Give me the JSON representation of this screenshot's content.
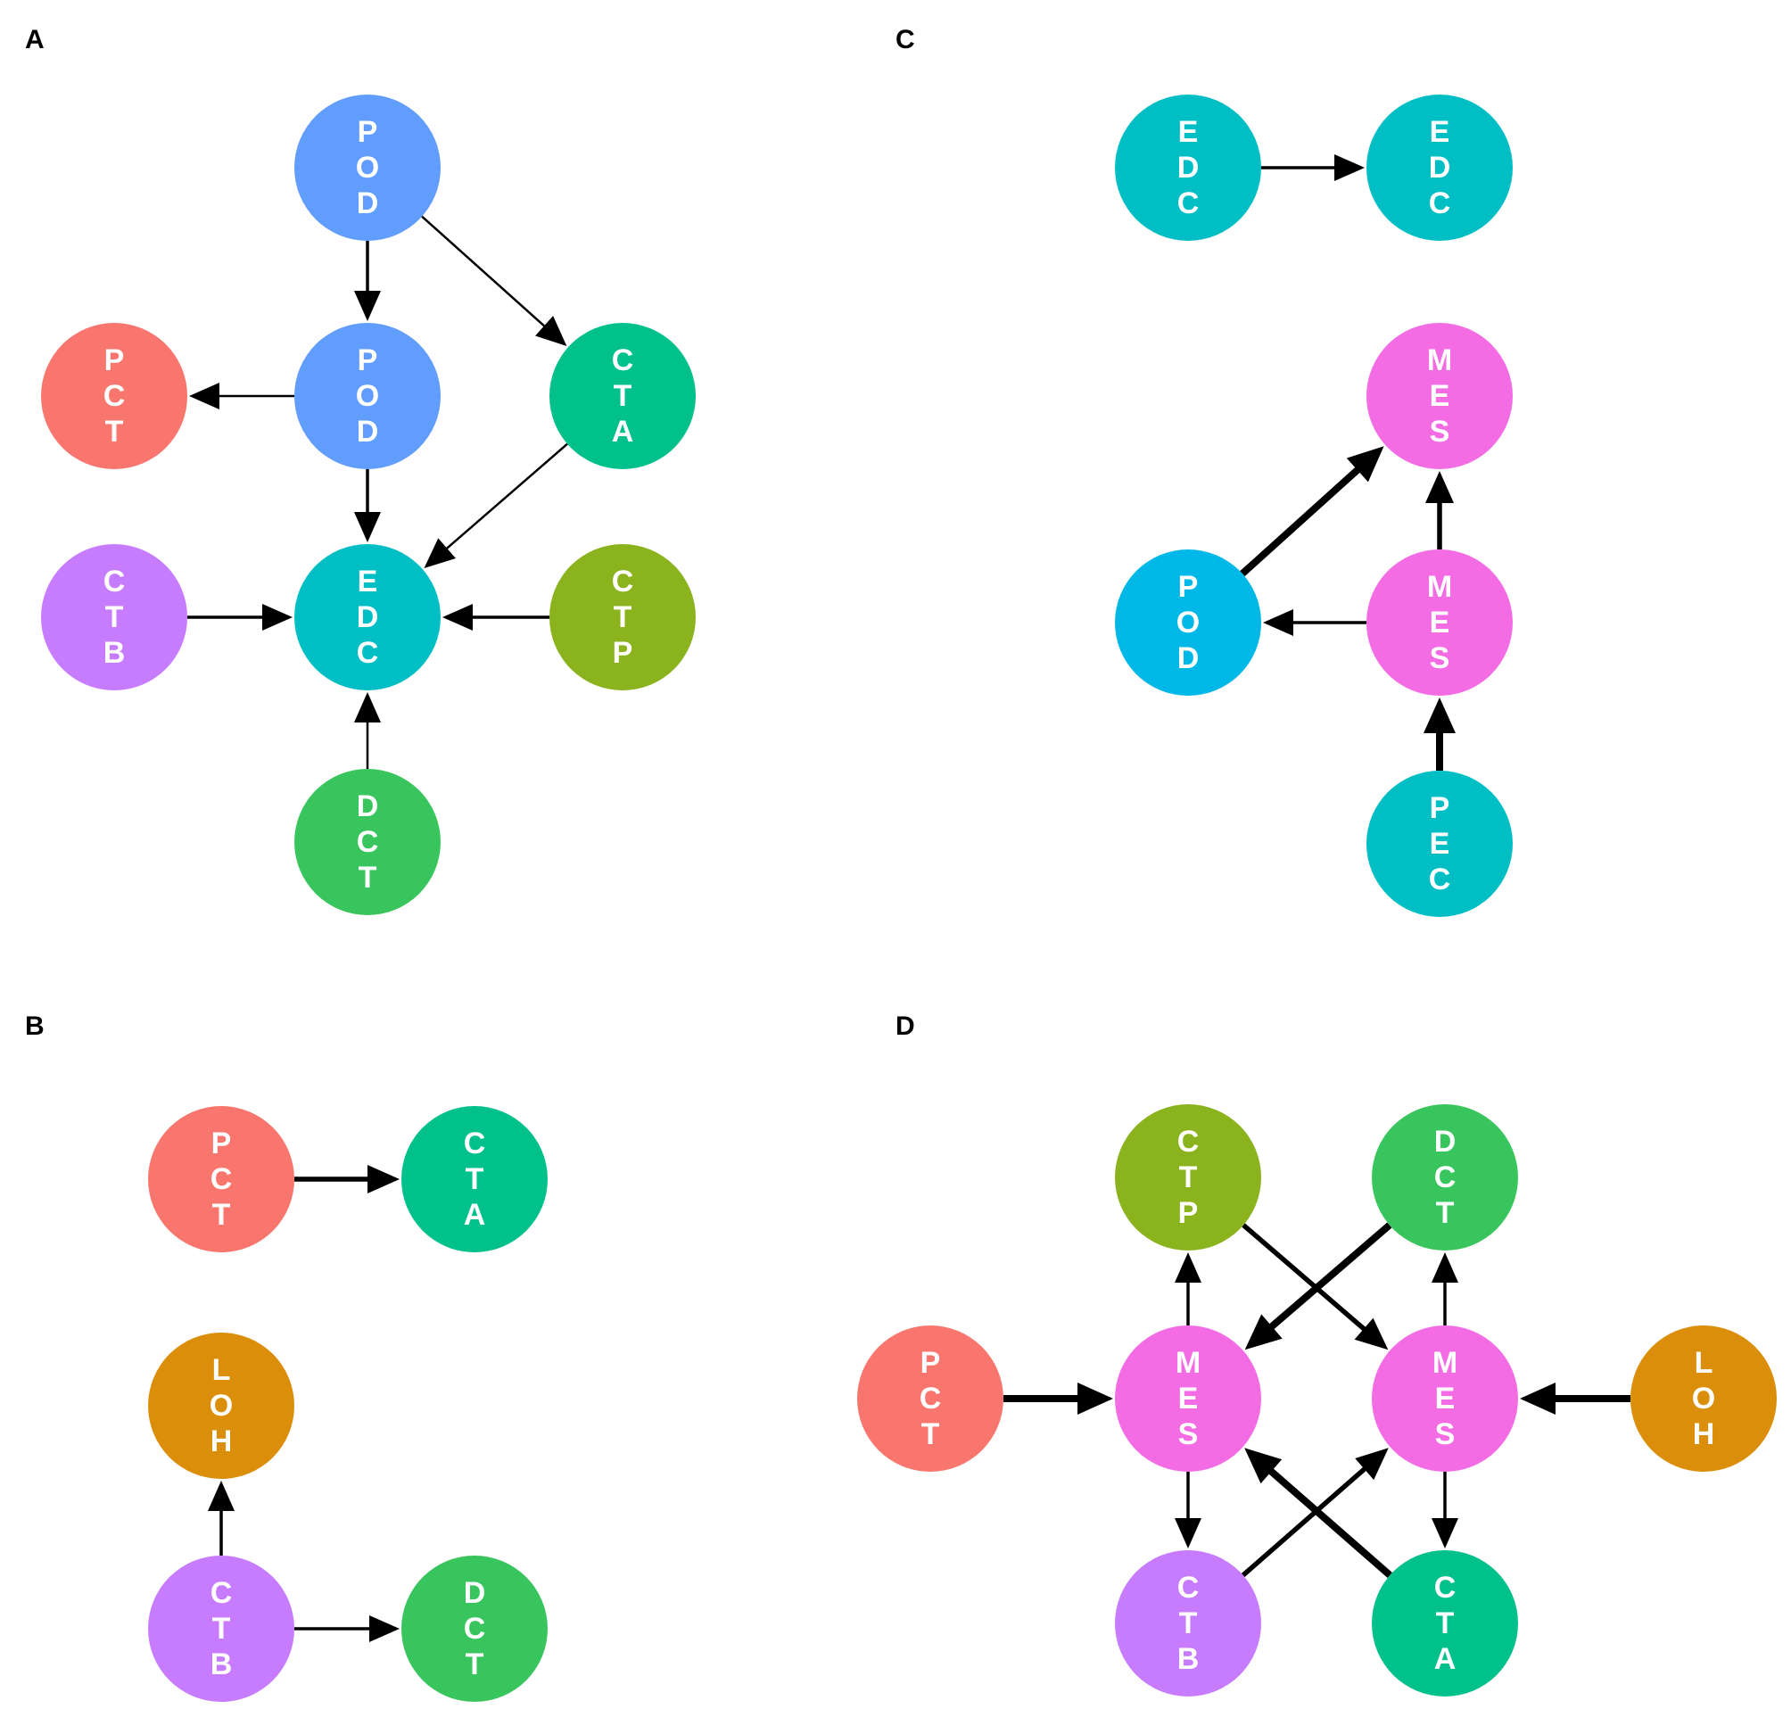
{
  "colors": {
    "POD": "#619CFF",
    "POD_C": "#00B8E7",
    "PCT": "#F8766D",
    "CTA": "#00C08B",
    "CTB": "#C77CFF",
    "EDC": "#00BFC4",
    "CTP": "#8AB31E",
    "DCT": "#39C55E",
    "LOH": "#DB8E0A",
    "MES": "#F46CE4",
    "PEC": "#00BFC4"
  },
  "panels": [
    {
      "label": "A",
      "nodes": [
        {
          "id": "A-pod-top",
          "text": "POD",
          "color_key": "POD"
        },
        {
          "id": "A-pod-mid",
          "text": "POD",
          "color_key": "POD"
        },
        {
          "id": "A-pct",
          "text": "PCT",
          "color_key": "PCT"
        },
        {
          "id": "A-cta",
          "text": "CTA",
          "color_key": "CTA"
        },
        {
          "id": "A-ctb",
          "text": "CTB",
          "color_key": "CTB"
        },
        {
          "id": "A-edc",
          "text": "EDC",
          "color_key": "EDC"
        },
        {
          "id": "A-ctp",
          "text": "CTP",
          "color_key": "CTP"
        },
        {
          "id": "A-dct",
          "text": "DCT",
          "color_key": "DCT"
        }
      ],
      "edges": [
        {
          "from": "A-pod-top",
          "to": "A-pod-mid",
          "weight": "medium"
        },
        {
          "from": "A-pod-top",
          "to": "A-cta",
          "weight": "thin"
        },
        {
          "from": "A-pod-mid",
          "to": "A-pct",
          "weight": "thin"
        },
        {
          "from": "A-pod-mid",
          "to": "A-edc",
          "weight": "medium"
        },
        {
          "from": "A-cta",
          "to": "A-edc",
          "weight": "thin"
        },
        {
          "from": "A-ctb",
          "to": "A-edc",
          "weight": "medium"
        },
        {
          "from": "A-ctp",
          "to": "A-edc",
          "weight": "medium"
        },
        {
          "from": "A-dct",
          "to": "A-edc",
          "weight": "thin"
        }
      ]
    },
    {
      "label": "B",
      "nodes": [
        {
          "id": "B-pct",
          "text": "PCT",
          "color_key": "PCT"
        },
        {
          "id": "B-cta",
          "text": "CTA",
          "color_key": "CTA"
        },
        {
          "id": "B-loh",
          "text": "LOH",
          "color_key": "LOH"
        },
        {
          "id": "B-ctb",
          "text": "CTB",
          "color_key": "CTB"
        },
        {
          "id": "B-dct",
          "text": "DCT",
          "color_key": "DCT"
        }
      ],
      "edges": [
        {
          "from": "B-pct",
          "to": "B-cta",
          "weight": "thick"
        },
        {
          "from": "B-ctb",
          "to": "B-loh",
          "weight": "medium"
        },
        {
          "from": "B-ctb",
          "to": "B-dct",
          "weight": "medium"
        }
      ]
    },
    {
      "label": "C",
      "nodes": [
        {
          "id": "C-edc-left",
          "text": "EDC",
          "color_key": "EDC"
        },
        {
          "id": "C-edc-right",
          "text": "EDC",
          "color_key": "EDC"
        },
        {
          "id": "C-mes-top",
          "text": "MES",
          "color_key": "MES"
        },
        {
          "id": "C-pod",
          "text": "POD",
          "color_key": "POD_C"
        },
        {
          "id": "C-mes-mid",
          "text": "MES",
          "color_key": "MES"
        },
        {
          "id": "C-pec",
          "text": "PEC",
          "color_key": "PEC"
        }
      ],
      "edges": [
        {
          "from": "C-edc-left",
          "to": "C-edc-right",
          "weight": "medium"
        },
        {
          "from": "C-pod",
          "to": "C-mes-top",
          "weight": "heavy"
        },
        {
          "from": "C-mes-mid",
          "to": "C-mes-top",
          "weight": "thick"
        },
        {
          "from": "C-mes-mid",
          "to": "C-pod",
          "weight": "medium"
        },
        {
          "from": "C-pec",
          "to": "C-mes-mid",
          "weight": "heavy"
        }
      ]
    },
    {
      "label": "D",
      "nodes": [
        {
          "id": "D-ctp",
          "text": "CTP",
          "color_key": "CTP"
        },
        {
          "id": "D-dct",
          "text": "DCT",
          "color_key": "DCT"
        },
        {
          "id": "D-pct",
          "text": "PCT",
          "color_key": "PCT"
        },
        {
          "id": "D-mes-left",
          "text": "MES",
          "color_key": "MES"
        },
        {
          "id": "D-mes-right",
          "text": "MES",
          "color_key": "MES"
        },
        {
          "id": "D-loh",
          "text": "LOH",
          "color_key": "LOH"
        },
        {
          "id": "D-ctb",
          "text": "CTB",
          "color_key": "CTB"
        },
        {
          "id": "D-cta",
          "text": "CTA",
          "color_key": "CTA"
        }
      ],
      "edges": [
        {
          "from": "D-pct",
          "to": "D-mes-left",
          "weight": "heavy"
        },
        {
          "from": "D-loh",
          "to": "D-mes-right",
          "weight": "heavy"
        },
        {
          "from": "D-mes-left",
          "to": "D-ctp",
          "weight": "medium"
        },
        {
          "from": "D-mes-left",
          "to": "D-ctb",
          "weight": "medium"
        },
        {
          "from": "D-mes-right",
          "to": "D-dct",
          "weight": "medium"
        },
        {
          "from": "D-mes-right",
          "to": "D-cta",
          "weight": "medium"
        },
        {
          "from": "D-ctp",
          "to": "D-mes-right",
          "weight": "thick"
        },
        {
          "from": "D-dct",
          "to": "D-mes-left",
          "weight": "heavy"
        },
        {
          "from": "D-ctb",
          "to": "D-mes-right",
          "weight": "thick"
        },
        {
          "from": "D-cta",
          "to": "D-mes-left",
          "weight": "heavy"
        }
      ]
    }
  ]
}
